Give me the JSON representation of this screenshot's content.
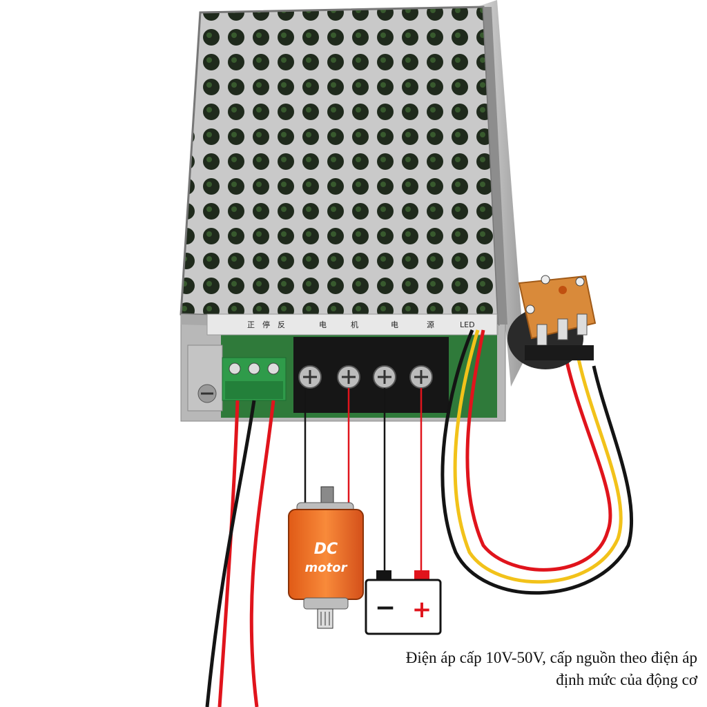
{
  "caption": {
    "line1": "Điện áp cấp 10V-50V, cấp nguồn theo điện áp",
    "line2": "định mức của động cơ"
  },
  "motor": {
    "label_line1": "DC",
    "label_line2": "motor"
  },
  "battery": {
    "minus": "−",
    "plus": "+"
  },
  "board": {
    "silkscreen": [
      "正",
      "停",
      "反",
      "电",
      "机",
      "电",
      "源",
      "LED"
    ]
  },
  "colors": {
    "wire_red": "#e0141c",
    "wire_black": "#141414",
    "wire_yellow": "#f2c21a",
    "motor_orange": "#f26a22",
    "terminal_green": "#2f9b4a",
    "pot_orange": "#d98a3a"
  }
}
